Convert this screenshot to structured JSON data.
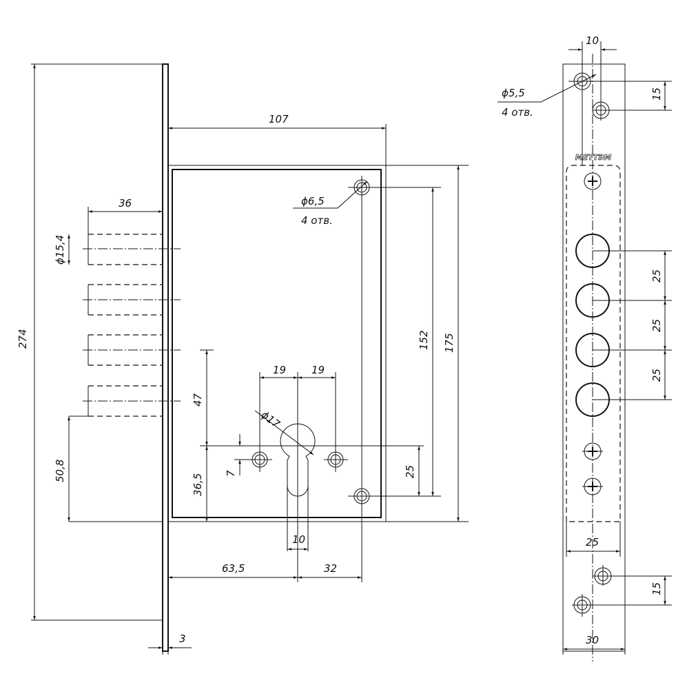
{
  "brand": "МЕТТЭМ",
  "dims": {
    "total_height": "274",
    "width_107": "107",
    "bolt_len": "36",
    "bolt_dia": "ϕ15,4",
    "d47": "47",
    "d508": "50,8",
    "d365": "36,5",
    "d7": "7",
    "d19a": "19",
    "d19b": "19",
    "d17": "ϕ17",
    "d25_main": "25",
    "d152": "152",
    "d175": "175",
    "d10_slot": "10",
    "d635": "63,5",
    "d32": "32",
    "d3": "3",
    "hole_dia_main": "ϕ6,5",
    "holes_main": "4 отв.",
    "plate_d10": "10",
    "hole_dia_plate": "ϕ5,5",
    "holes_plate": "4 отв.",
    "plate_15_top": "15",
    "bolt_pitch_1": "25",
    "bolt_pitch_2": "25",
    "bolt_pitch_3": "25",
    "plate_25": "25",
    "plate_15_bottom": "15",
    "plate_30": "30"
  }
}
